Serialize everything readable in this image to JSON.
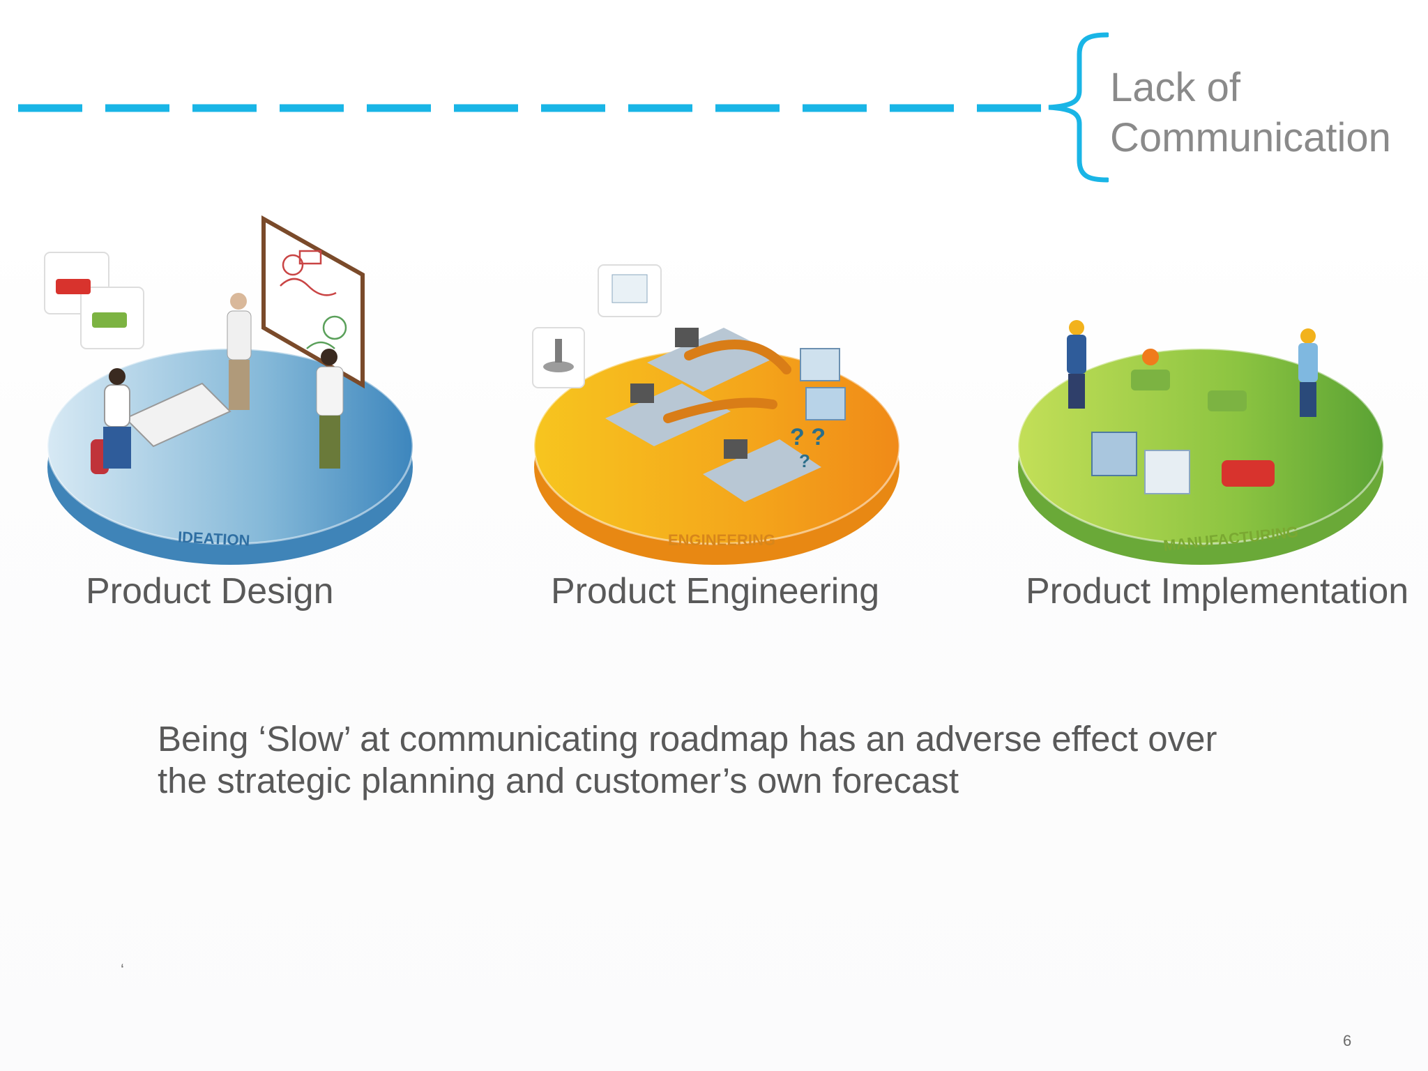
{
  "callout": {
    "line1": "Lack of",
    "line2": "Communication",
    "accent_color": "#19b5e6"
  },
  "stages": [
    {
      "caption": "Product Design",
      "platform_label": "IDEATION",
      "color": "#4f97c8"
    },
    {
      "caption": "Product Engineering",
      "platform_label": "ENGINEERING",
      "color": "#f5a21a"
    },
    {
      "caption": "Product Implementation",
      "platform_label": "MANUFACTURING",
      "color": "#86c440"
    }
  ],
  "body": {
    "line1": "Being ‘Slow’ at communicating roadmap has an adverse effect over",
    "line2": "the strategic planning and customer’s own forecast"
  },
  "stray_mark": "‘",
  "page_number": "6"
}
